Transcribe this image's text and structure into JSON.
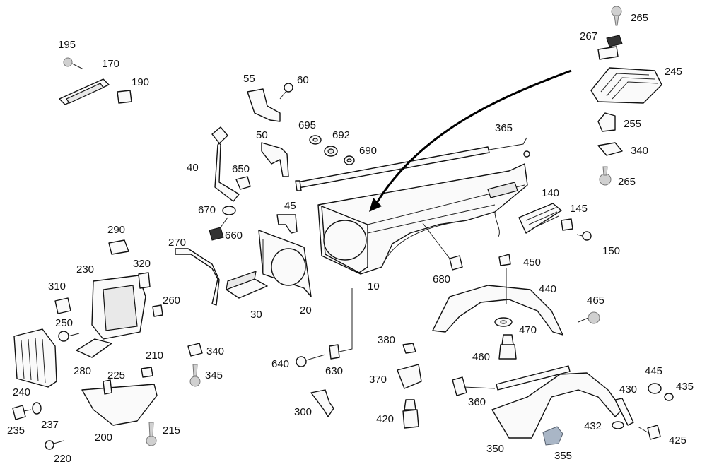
{
  "diagram": {
    "labels": [
      {
        "key": "p195",
        "text": "195"
      },
      {
        "key": "p170",
        "text": "170"
      },
      {
        "key": "p190",
        "text": "190"
      },
      {
        "key": "p55",
        "text": "55"
      },
      {
        "key": "p60",
        "text": "60"
      },
      {
        "key": "p695",
        "text": "695"
      },
      {
        "key": "p692",
        "text": "692"
      },
      {
        "key": "p690",
        "text": "690"
      },
      {
        "key": "p50",
        "text": "50"
      },
      {
        "key": "p365",
        "text": "365"
      },
      {
        "key": "p265a",
        "text": "265"
      },
      {
        "key": "p267",
        "text": "267"
      },
      {
        "key": "p245",
        "text": "245"
      },
      {
        "key": "p255",
        "text": "255"
      },
      {
        "key": "p340a",
        "text": "340"
      },
      {
        "key": "p265b",
        "text": "265"
      },
      {
        "key": "p40",
        "text": "40"
      },
      {
        "key": "p650",
        "text": "650"
      },
      {
        "key": "p670",
        "text": "670"
      },
      {
        "key": "p660",
        "text": "660"
      },
      {
        "key": "p45",
        "text": "45"
      },
      {
        "key": "p140",
        "text": "140"
      },
      {
        "key": "p145",
        "text": "145"
      },
      {
        "key": "p150",
        "text": "150"
      },
      {
        "key": "p290",
        "text": "290"
      },
      {
        "key": "p270",
        "text": "270"
      },
      {
        "key": "p230",
        "text": "230"
      },
      {
        "key": "p320",
        "text": "320"
      },
      {
        "key": "p310",
        "text": "310"
      },
      {
        "key": "p260",
        "text": "260"
      },
      {
        "key": "p30",
        "text": "30"
      },
      {
        "key": "p20",
        "text": "20"
      },
      {
        "key": "p10",
        "text": "10"
      },
      {
        "key": "p680",
        "text": "680"
      },
      {
        "key": "p450",
        "text": "450"
      },
      {
        "key": "p440",
        "text": "440"
      },
      {
        "key": "p465",
        "text": "465"
      },
      {
        "key": "p470",
        "text": "470"
      },
      {
        "key": "p250",
        "text": "250"
      },
      {
        "key": "p340b",
        "text": "340"
      },
      {
        "key": "p210",
        "text": "210"
      },
      {
        "key": "p280",
        "text": "280"
      },
      {
        "key": "p345",
        "text": "345"
      },
      {
        "key": "p225",
        "text": "225"
      },
      {
        "key": "p380",
        "text": "380"
      },
      {
        "key": "p460",
        "text": "460"
      },
      {
        "key": "p640",
        "text": "640"
      },
      {
        "key": "p630",
        "text": "630"
      },
      {
        "key": "p370",
        "text": "370"
      },
      {
        "key": "p445",
        "text": "445"
      },
      {
        "key": "p240",
        "text": "240"
      },
      {
        "key": "p430",
        "text": "430"
      },
      {
        "key": "p435",
        "text": "435"
      },
      {
        "key": "p360",
        "text": "360"
      },
      {
        "key": "p235",
        "text": "235"
      },
      {
        "key": "p237",
        "text": "237"
      },
      {
        "key": "p200",
        "text": "200"
      },
      {
        "key": "p215",
        "text": "215"
      },
      {
        "key": "p300",
        "text": "300"
      },
      {
        "key": "p420",
        "text": "420"
      },
      {
        "key": "p432",
        "text": "432"
      },
      {
        "key": "p425",
        "text": "425"
      },
      {
        "key": "p220",
        "text": "220"
      },
      {
        "key": "p350",
        "text": "350"
      },
      {
        "key": "p355",
        "text": "355"
      }
    ]
  }
}
